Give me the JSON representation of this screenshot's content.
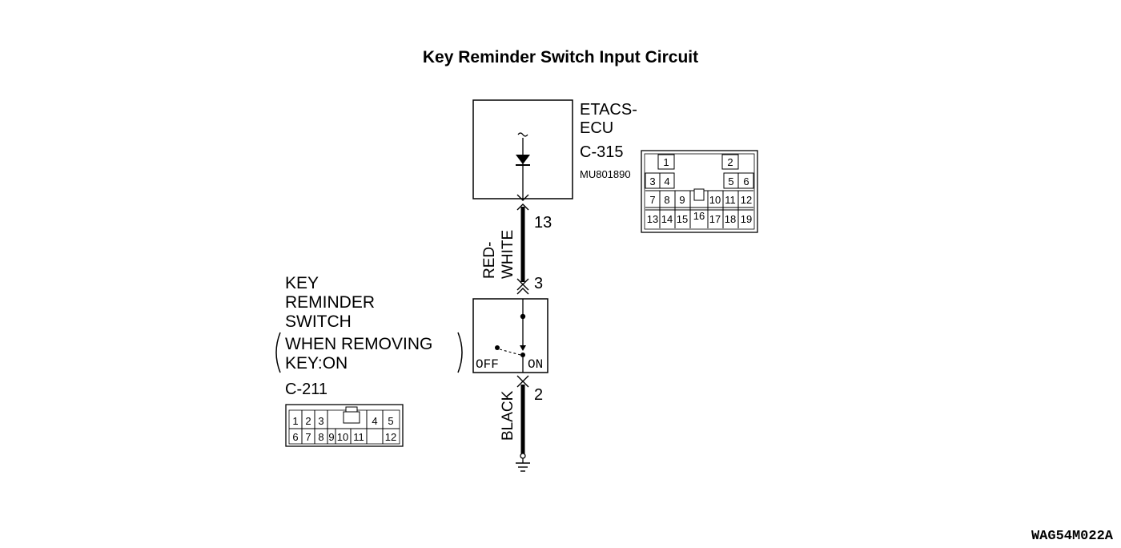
{
  "title": "Key Reminder Switch Input Circuit",
  "etacs": {
    "name_line1": "ETACS-",
    "name_line2": "ECU",
    "connector": "C-315",
    "part_no": "MU801890",
    "pin_top": "13",
    "connector_pins": {
      "r1": [
        "1",
        "2"
      ],
      "r2": [
        "3",
        "4",
        "5",
        "6"
      ],
      "r3": [
        "7",
        "8",
        "9",
        "10",
        "11",
        "12"
      ],
      "r4": [
        "13",
        "14",
        "15",
        "16",
        "17",
        "18",
        "19"
      ]
    }
  },
  "wire_upper": {
    "color_line1": "RED-",
    "color_line2": "WHITE"
  },
  "switch": {
    "label_line1": "KEY",
    "label_line2": "REMINDER",
    "label_line3": "SWITCH",
    "label_line4": "WHEN REMOVING",
    "label_line5": "KEY:ON",
    "connector": "C-211",
    "pin_top": "3",
    "pin_bottom": "2",
    "off_label": "OFF",
    "on_label": "ON",
    "connector_pins": {
      "r1": [
        "1",
        "2",
        "3",
        "4",
        "5"
      ],
      "r2": [
        "6",
        "7",
        "8",
        "9",
        "10",
        "11",
        "12"
      ]
    }
  },
  "wire_lower": {
    "color": "BLACK"
  },
  "figure_code": "WAG54M022A"
}
